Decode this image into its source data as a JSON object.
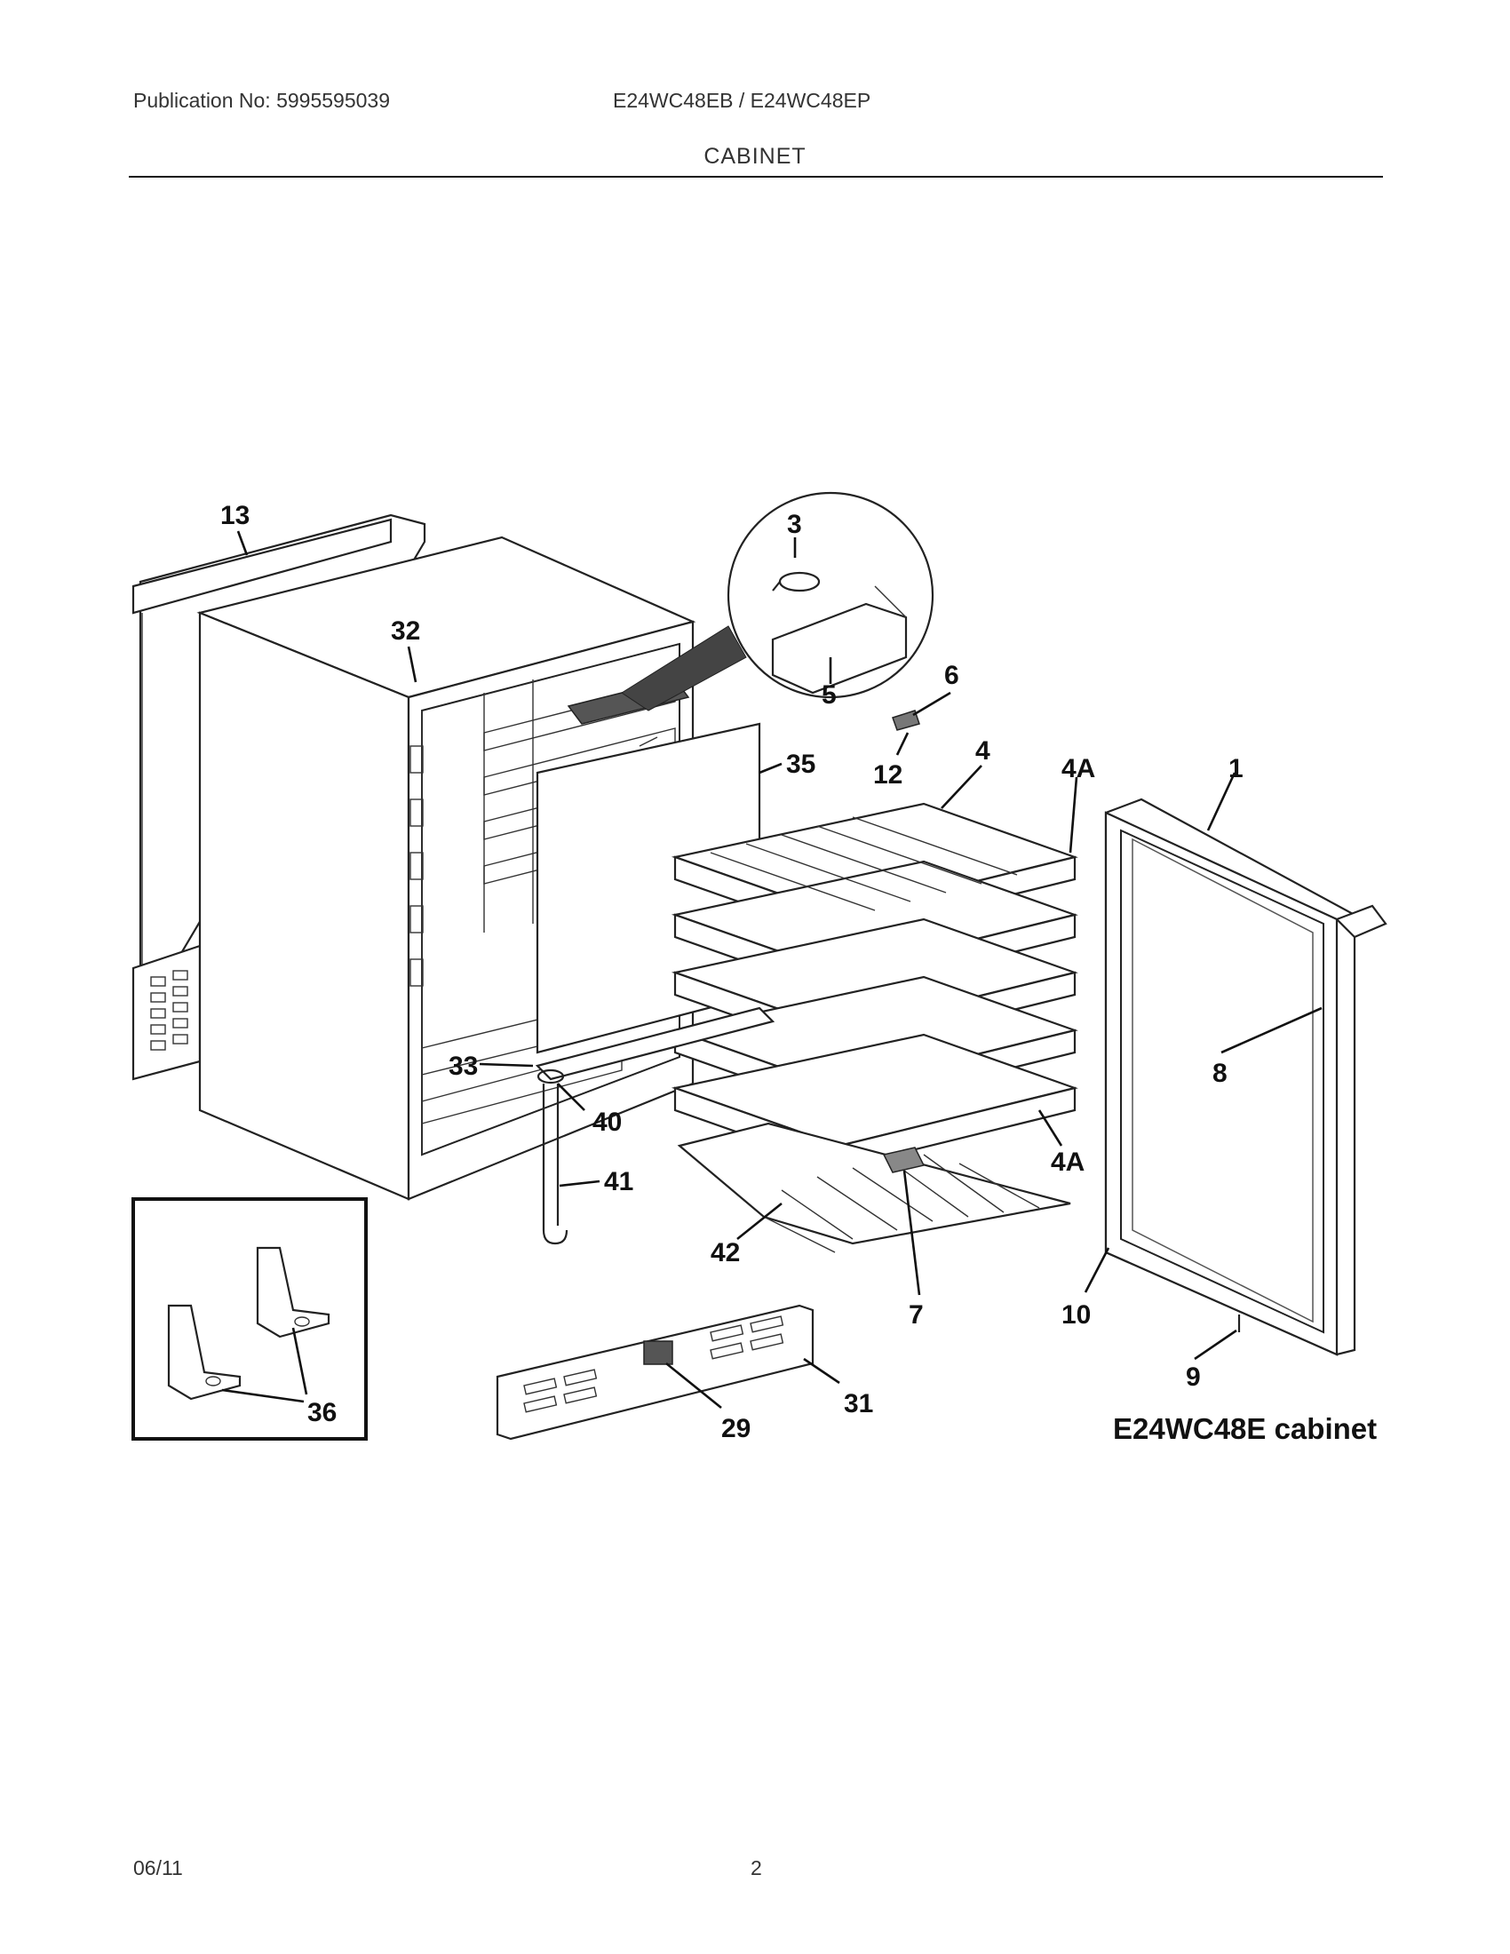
{
  "header": {
    "publication": "Publication No: 5995595039",
    "models": "E24WC48EB / E24WC48EP",
    "section_title": "CABINET"
  },
  "diagram": {
    "caption": "E24WC48E cabinet",
    "callouts": [
      "13",
      "32",
      "3",
      "5",
      "6",
      "12",
      "35",
      "4",
      "4A",
      "1",
      "8",
      "33",
      "40",
      "41",
      "4A",
      "42",
      "7",
      "10",
      "9",
      "36",
      "31",
      "29"
    ]
  },
  "footer": {
    "date": "06/11",
    "page": "2"
  }
}
